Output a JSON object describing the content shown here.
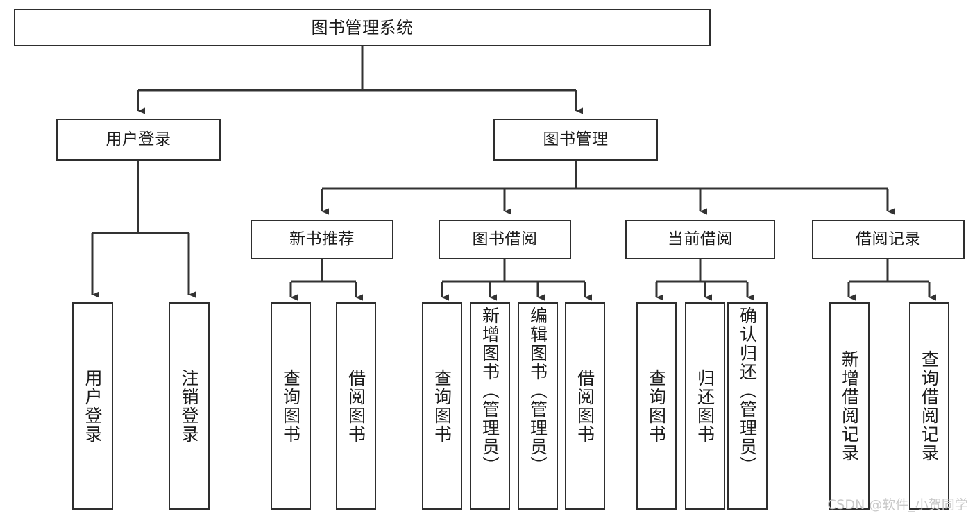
{
  "diagram": {
    "title": "图书管理系统",
    "type": "tree-hierarchy",
    "colors": {
      "box_border": "#2e2e2e",
      "box_fill": "#ffffff",
      "connector": "#333333",
      "text": "#1b1b1b",
      "watermark": "#c9c9c9",
      "background": "#ffffff"
    },
    "root": {
      "label": "图书管理系统"
    },
    "level2": [
      {
        "label": "用户登录"
      },
      {
        "label": "图书管理"
      }
    ],
    "level3": [
      {
        "label": "新书推荐"
      },
      {
        "label": "图书借阅"
      },
      {
        "label": "当前借阅"
      },
      {
        "label": "借阅记录"
      }
    ],
    "leaves": {
      "user_login": [
        {
          "label": "用户登录"
        },
        {
          "label": "注销登录"
        }
      ],
      "new_book_recommend": [
        {
          "label": "查询图书"
        },
        {
          "label": "借阅图书"
        }
      ],
      "book_borrow": [
        {
          "label": "查询图书"
        },
        {
          "label": "新增图书（管理员）"
        },
        {
          "label": "编辑图书（管理员）"
        },
        {
          "label": "借阅图书"
        }
      ],
      "current_borrow": [
        {
          "label": "查询图书"
        },
        {
          "label": "归还图书"
        },
        {
          "label": "确认归还（管理员）"
        }
      ],
      "borrow_record": [
        {
          "label": "新增借阅记录"
        },
        {
          "label": "查询借阅记录"
        }
      ]
    }
  },
  "watermark": {
    "text": "CSDN @软件_小贺同学"
  }
}
